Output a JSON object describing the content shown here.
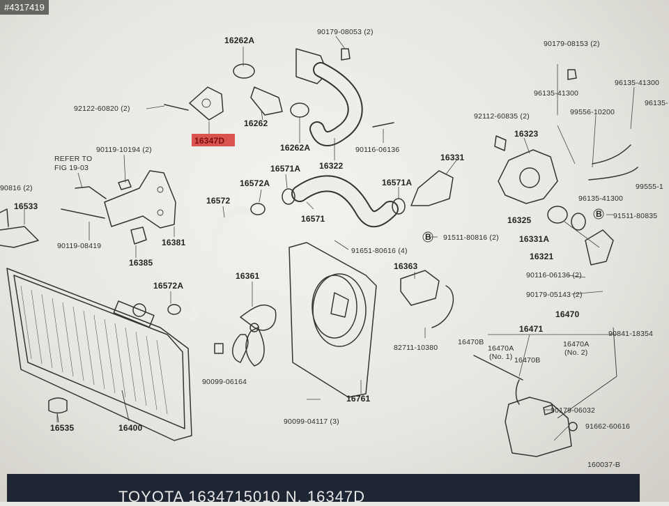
{
  "listing_id": "#4317419",
  "part_numbers": {
    "p16262A_top": "16262A",
    "p90179_08053": "90179-08053 (2)",
    "p90179_08153": "90179-08153 (2)",
    "p92122_60820": "92122-60820 (2)",
    "p16262": "16262",
    "p16347D": "16347D",
    "p96135_41300_a": "96135-41300",
    "p96135_41300_b": "96135-41300",
    "p96135_c": "96135-",
    "p92112_60835": "92112-60835 (2)",
    "p99556_10200": "99556-10200",
    "p16323": "16323",
    "p90119_10194": "90119-10194 (2)",
    "refer_to": "REFER TO",
    "fig_19_03": "FIG 19-03",
    "p16262A_mid": "16262A",
    "p90116_06136": "90116-06136",
    "p16322": "16322",
    "p90816": "90816 (2)",
    "p16571A_a": "16571A",
    "p16572A_a": "16572A",
    "p16331": "16331",
    "p99555_1": "99555-1",
    "p16533": "16533",
    "p16572": "16572",
    "p16571": "16571",
    "p16571A_b": "16571A",
    "p96135_41300_d": "96135-41300",
    "p91511_80835": "91511-80835",
    "p16325": "16325",
    "p90119_08419": "90119-08419",
    "p16381": "16381",
    "p91511_80816": "91511-80816 (2)",
    "p16331A": "16331A",
    "p91651_80616": "91651-80616 (4)",
    "p16385": "16385",
    "p16321": "16321",
    "p16363": "16363",
    "p16361": "16361",
    "p90116_06136_b": "90116-06136 (2)",
    "p16572A_b": "16572A",
    "p90179_05143": "90179-05143 (2)",
    "p16470": "16470",
    "p16471": "16471",
    "p82711_10380": "82711-10380",
    "p90841_18354": "90841-18354",
    "p16470B_a": "16470B",
    "p16470A_no1": "16470A",
    "no1": "(No. 1)",
    "p16470B_b": "16470B",
    "p16470A_no2": "16470A",
    "no2": "(No. 2)",
    "p90099_06164": "90099-06164",
    "p16761": "16761",
    "p90179_06032": "90179-06032",
    "p90099_04117": "90099-04117 (3)",
    "p91662_60616": "91662-60616",
    "p16535": "16535",
    "p16400": "16400",
    "fig_code": "160037-B"
  },
  "callout_letter": "B",
  "bottom_caption": "TOYOTA   1634715010   N. 16347D",
  "colors": {
    "highlight": "#d9534f",
    "bar": "#1f2633"
  }
}
